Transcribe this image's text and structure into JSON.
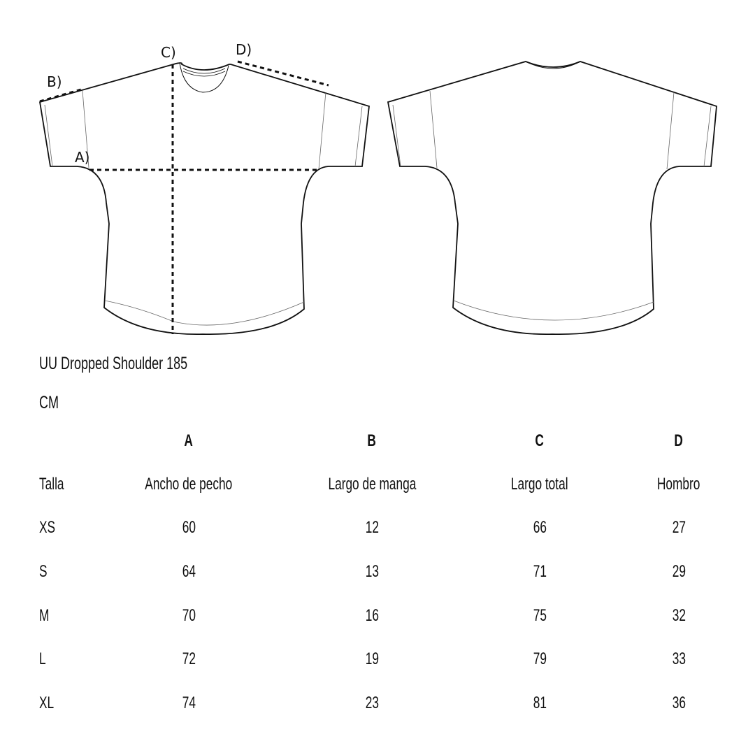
{
  "figure": {
    "front_labels": [
      "A)",
      "B)",
      "C)",
      "D)"
    ],
    "views": [
      "front",
      "back"
    ]
  },
  "title": "UU Dropped Shoulder 185",
  "unit": "CM",
  "table": {
    "letters": [
      "A",
      "B",
      "C",
      "D"
    ],
    "headers": [
      "Talla",
      "Ancho de pecho",
      "Largo de manga",
      "Largo total",
      "Hombro"
    ],
    "rows": [
      {
        "size": "XS",
        "values": [
          "60",
          "12",
          "66",
          "27"
        ]
      },
      {
        "size": "S",
        "values": [
          "64",
          "13",
          "71",
          "29"
        ]
      },
      {
        "size": "M",
        "values": [
          "70",
          "16",
          "75",
          "32"
        ]
      },
      {
        "size": "L",
        "values": [
          "72",
          "19",
          "79",
          "33"
        ]
      },
      {
        "size": "XL",
        "values": [
          "74",
          "23",
          "81",
          "36"
        ]
      }
    ]
  }
}
